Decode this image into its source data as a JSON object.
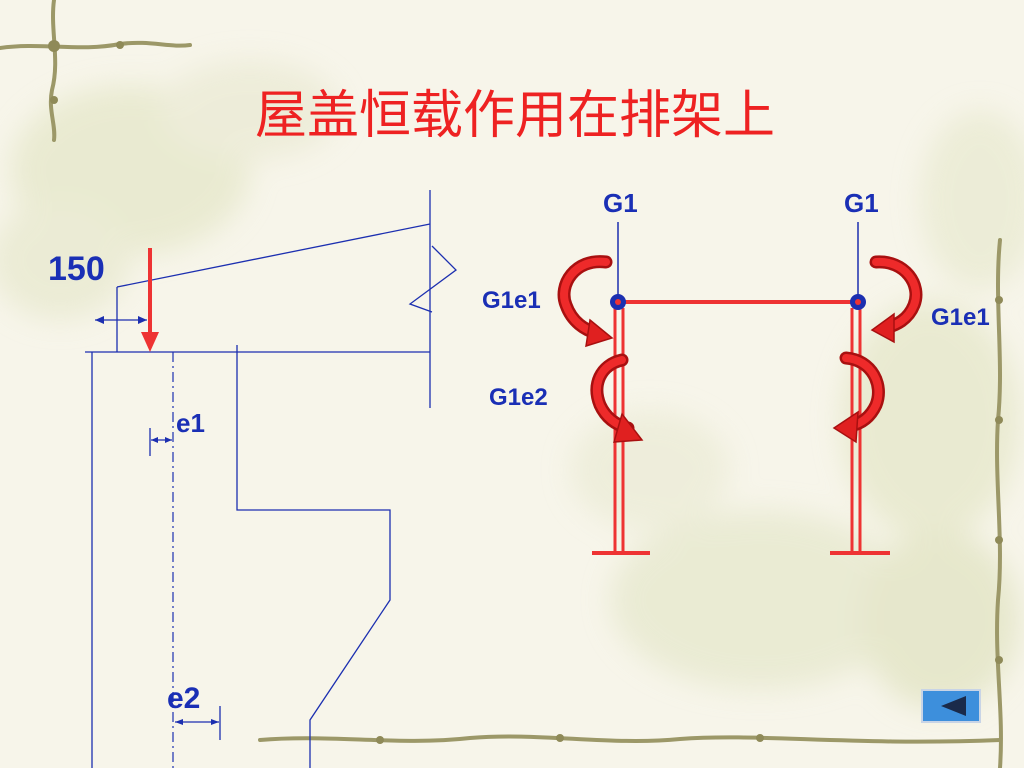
{
  "slide": {
    "title": "屋盖恒载作用在排架上"
  },
  "left_diagram": {
    "dim_label": "150",
    "e1_label": "e1",
    "e2_label": "e2"
  },
  "right_diagram": {
    "g1_left": "G1",
    "g1_right": "G1",
    "g1e1_left": "G1e1",
    "g1e1_right": "G1e1",
    "g1e2_label": "G1e2"
  },
  "nav": {
    "back_button_icon": "triangle-left-icon"
  },
  "colors": {
    "title": "#ee2222",
    "line_blue": "#1c2fb0",
    "frame_red": "#ee3333",
    "nav_button": "#3d8fdc"
  }
}
